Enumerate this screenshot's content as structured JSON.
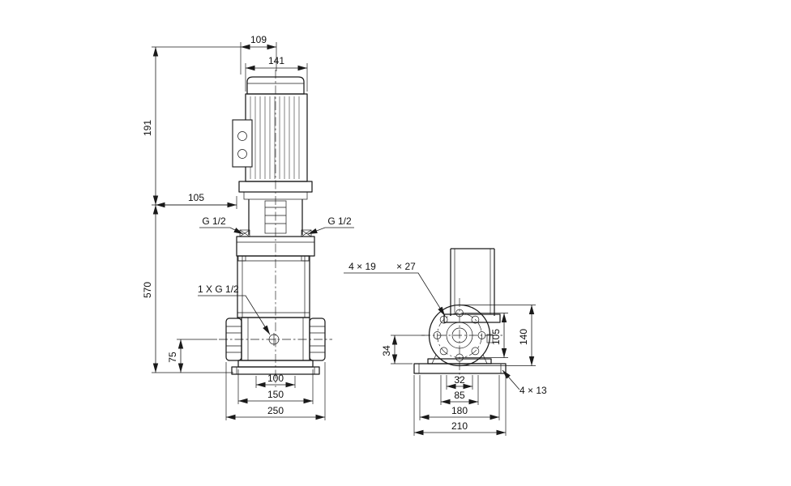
{
  "meta": {
    "background_color": "#ffffff",
    "line_color": "#1a1a1a",
    "drawing_type": "pump dimensional drawing, front and side views"
  },
  "front_view": {
    "dim_109": "109",
    "dim_141": "141",
    "dim_191": "191",
    "dim_105": "105",
    "dim_570": "570",
    "dim_75": "75",
    "dim_100": "100",
    "dim_150": "150",
    "dim_250": "250",
    "port_left_label": "G 1/2",
    "port_right_label": "G 1/2",
    "drain_label": "1 X G 1/2"
  },
  "side_view": {
    "flange_holes_label_1": "4 × 19",
    "flange_holes_label_2": "× 27",
    "dim_34": "34",
    "dim_105": "105",
    "dim_140": "140",
    "dim_32": "32",
    "dim_85": "85",
    "dim_180": "180",
    "dim_210": "210",
    "base_holes_label": "4 × 13"
  }
}
